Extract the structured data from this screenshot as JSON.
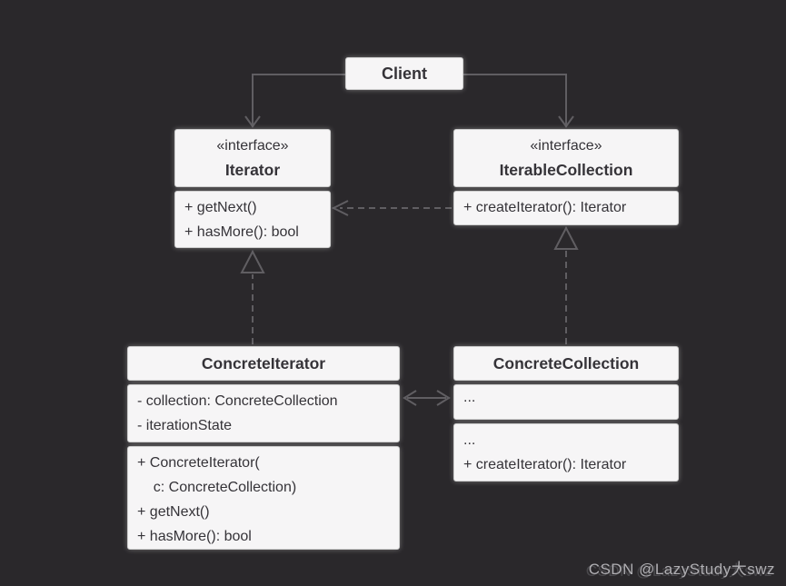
{
  "client": {
    "label": "Client"
  },
  "iterator": {
    "stereotype": "«interface»",
    "name": "Iterator",
    "methods": [
      "+ getNext()",
      "+ hasMore(): bool"
    ]
  },
  "iterable_collection": {
    "stereotype": "«interface»",
    "name": "IterableCollection",
    "methods": [
      "+ createIterator(): Iterator"
    ]
  },
  "concrete_iterator": {
    "name": "ConcreteIterator",
    "fields": [
      "- collection: ConcreteCollection",
      "- iterationState"
    ],
    "methods": [
      "+ ConcreteIterator(",
      "    c: ConcreteCollection)",
      "+ getNext()",
      "+ hasMore(): bool"
    ]
  },
  "concrete_collection": {
    "name": "ConcreteCollection",
    "fields": [
      "..."
    ],
    "methods": [
      "...",
      "+ createIterator(): Iterator"
    ]
  },
  "watermark": {
    "text": "CSDN @LazyStudy大swz"
  },
  "colors": {
    "bg": "#2a282b",
    "box-fill": "#f6f5f6",
    "ink": "#353338",
    "edge": "#605e62",
    "watermark": "#c7c6ca"
  }
}
